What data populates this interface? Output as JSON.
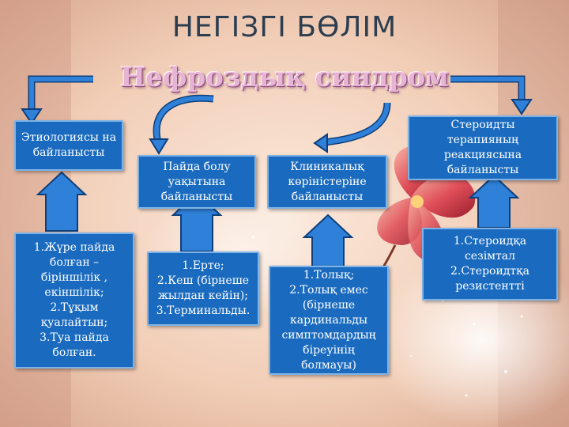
{
  "title": "НЕГІЗГІ БӨЛІМ",
  "subtitle": "Нефроздық синдром",
  "headers": [
    "Этиологиясы на байланысты",
    "Пайда болу уақытына байланысты",
    "Клиникалық көріністеріне байланысты",
    "Стероидты терапияның реакциясына байланысты"
  ],
  "details": [
    [
      "1.Жүре пайда болған – біріншілік ,",
      "екіншілік;",
      "2.Тұқым қуалайтын;",
      "3.Туа пайда болған."
    ],
    [
      "1.Ерте;",
      "2.Кеш (бірнеше жылдан кейін);",
      "3.Терминальды."
    ],
    [
      "1.Толық;",
      "2.Толық емес (бірнеше кардинальды симптомдардың біреуінің болмауы)"
    ],
    [
      "1.Стероидқа сезімтал",
      "2.Стероидтқа резистентті"
    ]
  ],
  "colors": {
    "box": "#1a6bbf",
    "box_border": "#7fb3e6",
    "arrow": "#1a5fae",
    "title": "#2c3d4f",
    "subtitle": "#e8b4d4"
  }
}
